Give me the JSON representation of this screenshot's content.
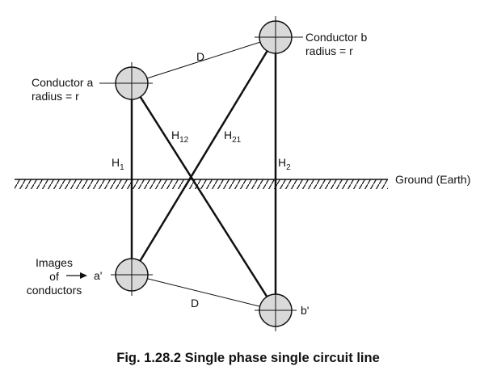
{
  "caption": "Fig. 1.28.2 Single phase single circuit line",
  "conductor_a": {
    "line1": "Conductor a",
    "line2": "radius = r"
  },
  "conductor_b": {
    "line1": "Conductor b",
    "line2": "radius = r"
  },
  "ground_label": "Ground (Earth)",
  "images_label": {
    "line1": "Images",
    "line2": "of",
    "line3": "conductors"
  },
  "labels": {
    "a_prime": "a'",
    "b_prime": "b'",
    "d_top": "D",
    "d_bottom": "D",
    "h1": {
      "base": "H",
      "sub": "1"
    },
    "h2": {
      "base": "H",
      "sub": "2"
    },
    "h12": {
      "base": "H",
      "sub": "12"
    },
    "h21": {
      "base": "H",
      "sub": "21"
    }
  },
  "colors": {
    "conductor_fill": "#d9d9d9",
    "line": "#111111"
  }
}
